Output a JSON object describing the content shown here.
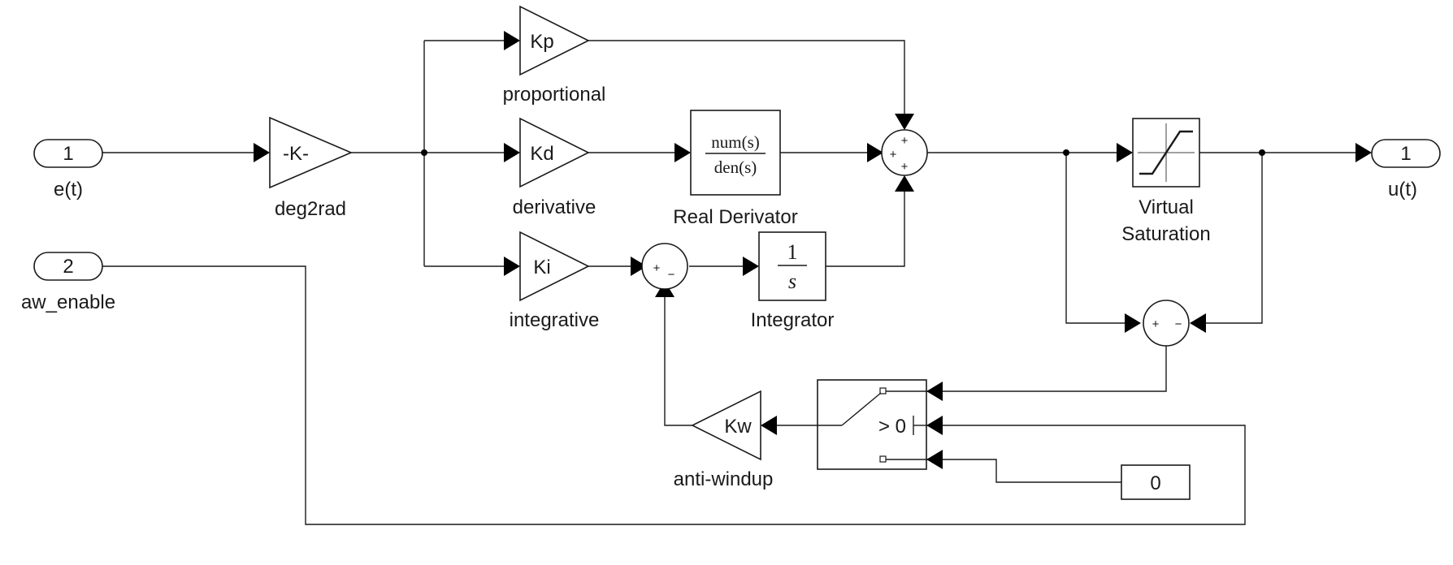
{
  "inports": [
    {
      "number": "1",
      "name": "e(t)"
    },
    {
      "number": "2",
      "name": "aw_enable"
    }
  ],
  "outport": {
    "number": "1",
    "name": "u(t)"
  },
  "blocks": {
    "deg2rad": {
      "text": "-K-",
      "label": "deg2rad"
    },
    "kp": {
      "text": "Kp",
      "label": "proportional"
    },
    "kd": {
      "text": "Kd",
      "label": "derivative"
    },
    "ki": {
      "text": "Ki",
      "label": "integrative"
    },
    "real_derivator": {
      "num": "num(s)",
      "den": "den(s)",
      "label": "Real Derivator"
    },
    "integrator": {
      "num": "1",
      "den": "s",
      "label": "Integrator"
    },
    "saturation": {
      "label_line1": "Virtual",
      "label_line2": "Saturation"
    },
    "kw": {
      "text": "Kw",
      "label": "anti-windup"
    },
    "switch": {
      "criteria": "> 0"
    },
    "constant": {
      "value": "0"
    }
  },
  "sum_signs": {
    "main": [
      "+",
      "+",
      "+"
    ],
    "integrator_sum": [
      "+",
      "−"
    ],
    "saturation_diff": [
      "+",
      "−"
    ]
  }
}
